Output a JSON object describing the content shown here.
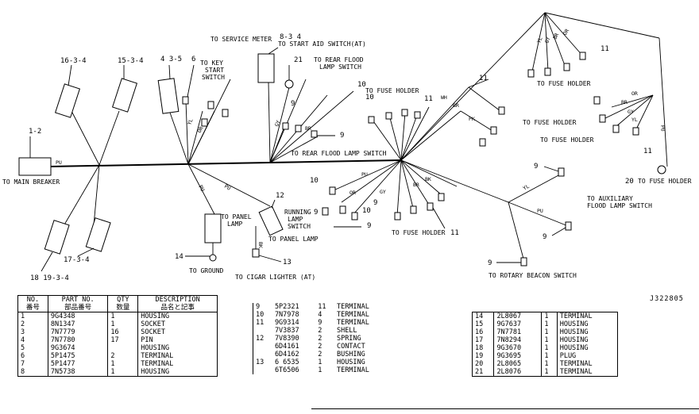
{
  "drawing_number": "J322805",
  "connections": {
    "to_main_breaker": "TO MAIN BREAKER",
    "to_service_meter": "TO SERVICE METER",
    "to_start_aid_switch": "TO START AID SWITCH(AT)",
    "to_key_start_switch": [
      "TO KEY",
      "START",
      "SWITCH"
    ],
    "to_rear_flood_lamp_switch_top": [
      "TO REAR FLOOD",
      "LAMP SWITCH"
    ],
    "to_rear_flood_lamp_switch_mid": "TO REAR FLOOD LAMP SWITCH",
    "to_fuse_holder": "TO FUSE HOLDER",
    "to_panel_lamp": [
      "TO PANEL",
      "LAMP"
    ],
    "to_panel_lamp_2": "TO PANEL LAMP",
    "running_lamp_switch": [
      "RUNNING",
      "LAMP",
      "SWITCH"
    ],
    "to_ground": "TO GROUND",
    "to_cigar_lighter": "TO CIGAR LIGHTER (AT)",
    "to_auxiliary_flood_lamp_switch": [
      "TO AUXILIARY",
      "FLOOD LAMP SWITCH"
    ],
    "to_rotary_beacon_switch": "TO ROTARY BEACON SWITCH"
  },
  "reference_numbers": {
    "n1_2": "1-2",
    "n16_3_4": "16-3-4",
    "n15_3_4": "15-3-4",
    "n4_3_5": "4 3-5",
    "n6": "6",
    "n8_3_4": "8-3 4",
    "n21": "21",
    "n18_19_3_4": "18 19-3-4",
    "n17_3_4": "17-3-4",
    "n12": "12",
    "n14": "14",
    "n13": "13",
    "n9": "9",
    "n10": "10",
    "n11": "11",
    "n20": "20"
  },
  "wire_labels": {
    "pu": "PU",
    "yl": "YL",
    "or": "OR",
    "gy": "GY",
    "br": "BR",
    "pk": "PK",
    "wh": "WH",
    "bk": "BK",
    "dg": "DG",
    "bu": "BU"
  },
  "parts_table_left": {
    "headers": {
      "no": "NO.",
      "part_no": "PART NO.",
      "qty": "QTY",
      "description": "DESCRIPTION"
    },
    "subheaders": {
      "no": "番号",
      "part_no": "部品番号",
      "qty": "数量",
      "description": "品名と記事"
    },
    "rows": [
      {
        "no": "1",
        "part_no": "9G4348",
        "qty": "1",
        "desc": "HOUSING"
      },
      {
        "no": "2",
        "part_no": "8N1347",
        "qty": "1",
        "desc": "SOCKET"
      },
      {
        "no": "3",
        "part_no": "7N7779",
        "qty": "16",
        "desc": "SOCKET"
      },
      {
        "no": "4",
        "part_no": "7N7780",
        "qty": "17",
        "desc": "PIN"
      },
      {
        "no": "5",
        "part_no": "9G3674",
        "qty": "",
        "desc": "HOUSING"
      },
      {
        "no": "6",
        "part_no": "5P1475",
        "qty": "2",
        "desc": "TERMINAL"
      },
      {
        "no": "7",
        "part_no": "5P1477",
        "qty": "1",
        "desc": "TERMINAL"
      },
      {
        "no": "8",
        "part_no": "7N5738",
        "qty": "1",
        "desc": "HOUSING"
      }
    ]
  },
  "parts_table_mid": {
    "rows": [
      {
        "no": "9",
        "part_no": "5P2321",
        "qty": "11",
        "desc": "TERMINAL"
      },
      {
        "no": "10",
        "part_no": "7N7978",
        "qty": "4",
        "desc": "TERMINAL"
      },
      {
        "no": "11",
        "part_no": "9G9314",
        "qty": "9",
        "desc": "TERMINAL"
      },
      {
        "no": "",
        "part_no": "7V3837",
        "qty": "2",
        "desc": "SHELL"
      },
      {
        "no": "12",
        "part_no": "7V8390",
        "qty": "2",
        "desc": "SPRING"
      },
      {
        "no": "",
        "part_no": "6D4161",
        "qty": "2",
        "desc": "CONTACT"
      },
      {
        "no": "",
        "part_no": "6D4162",
        "qty": "2",
        "desc": "BUSHING"
      },
      {
        "no": "13",
        "part_no": "6 6535",
        "qty": "1",
        "desc": "HOUSING"
      },
      {
        "no": "",
        "part_no": "6T6506",
        "qty": "1",
        "desc": "TERMINAL"
      }
    ]
  },
  "parts_table_right": {
    "rows": [
      {
        "no": "14",
        "part_no": "2L8067",
        "qty": "1",
        "desc": "TERMINAL"
      },
      {
        "no": "15",
        "part_no": "9G7637",
        "qty": "1",
        "desc": "HOUSING"
      },
      {
        "no": "16",
        "part_no": "7N7781",
        "qty": "1",
        "desc": "HOUSING"
      },
      {
        "no": "17",
        "part_no": "7N8294",
        "qty": "1",
        "desc": "HOUSING"
      },
      {
        "no": "18",
        "part_no": "9G3670",
        "qty": "1",
        "desc": "HOUSING"
      },
      {
        "no": "19",
        "part_no": "9G3695",
        "qty": "1",
        "desc": "PLUG"
      },
      {
        "no": "20",
        "part_no": "2L8065",
        "qty": "1",
        "desc": "TERMINAL"
      },
      {
        "no": "21",
        "part_no": "2L8076",
        "qty": "1",
        "desc": "TERMINAL"
      }
    ]
  }
}
